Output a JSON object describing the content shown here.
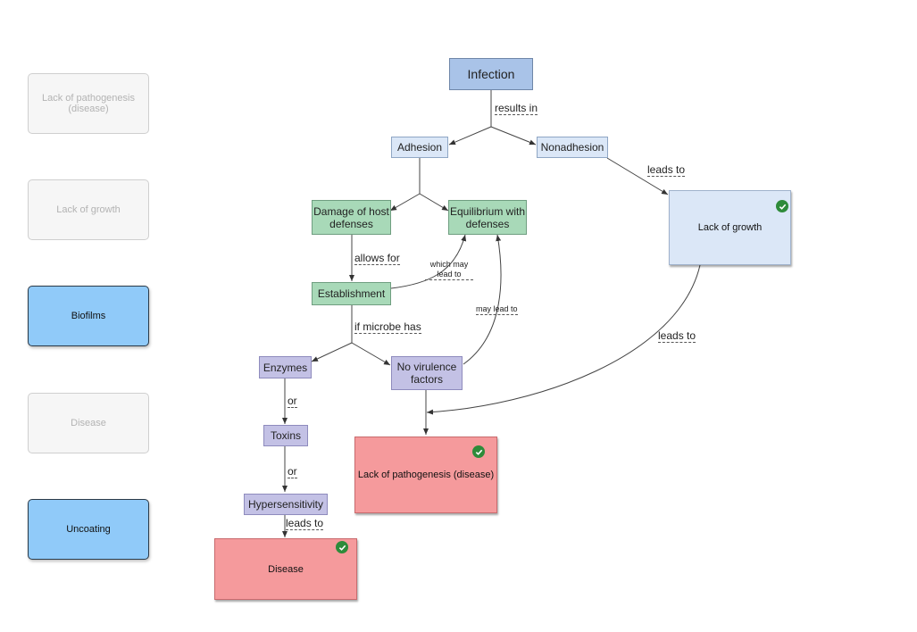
{
  "bank": [
    {
      "text": "Lack of pathogenesis (disease)",
      "state": "used"
    },
    {
      "text": "Lack of growth",
      "state": "used"
    },
    {
      "text": "Biofilms",
      "state": "available"
    },
    {
      "text": "Disease",
      "state": "used"
    },
    {
      "text": "Uncoating",
      "state": "available"
    }
  ],
  "nodes": {
    "infection": "Infection",
    "adhesion": "Adhesion",
    "nonadhesion": "Nonadhesion",
    "damage": "Damage of host defenses",
    "equilibrium": "Equilibrium with defenses",
    "establishment": "Establishment",
    "enzymes": "Enzymes",
    "no_virulence": "No virulence factors",
    "toxins": "Toxins",
    "hypersensitivity": "Hypersensitivity"
  },
  "drop_zones": {
    "lack_growth": {
      "text": "Lack of growth",
      "status": "correct"
    },
    "lack_pathogenesis": {
      "text": "Lack of pathogenesis (disease)",
      "status": "correct"
    },
    "disease": {
      "text": "Disease",
      "status": "correct"
    }
  },
  "link_labels": {
    "results_in": "results in",
    "leads_to_1": "leads to",
    "allows_for": "allows for",
    "which_may_lead_to": "which may lead to",
    "may_lead_to": "may lead to",
    "if_microbe_has": "if microbe has",
    "leads_to_2": "leads to",
    "or_1": "or",
    "or_2": "or",
    "leads_to_3": "leads to"
  },
  "colors": {
    "active_bank": "#90caf9",
    "pink_drop": "#f59a9c",
    "check": "#2e8b3a"
  }
}
